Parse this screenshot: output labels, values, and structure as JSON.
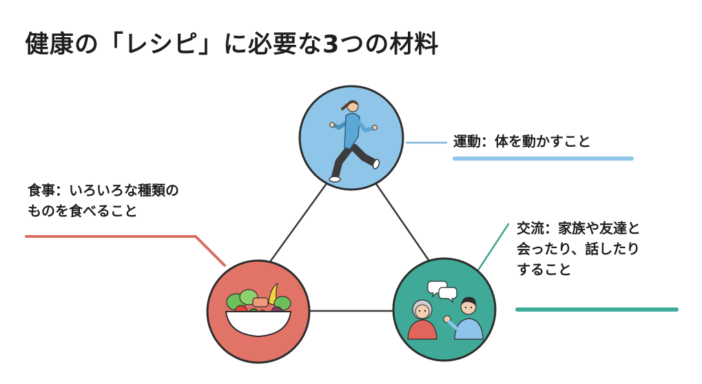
{
  "title": "健康の「レシピ」に必要な3つの材料",
  "items": {
    "exercise": {
      "label": "運動：体を動かすこと",
      "icon": "runner-icon",
      "color": "#8ec5e8",
      "accent": "#7fb6d8"
    },
    "food": {
      "label_lines": [
        "食事：いろいろな種類の",
        "ものを食べること"
      ],
      "icon": "salad-bowl-icon",
      "color": "#e27467",
      "accent": "#d86f61"
    },
    "social": {
      "label_lines": [
        "交流：家族や友達と",
        "会ったり、話したり",
        "すること"
      ],
      "icon": "conversation-people-icon",
      "color": "#3eaa97",
      "accent": "#3aa18f"
    }
  }
}
